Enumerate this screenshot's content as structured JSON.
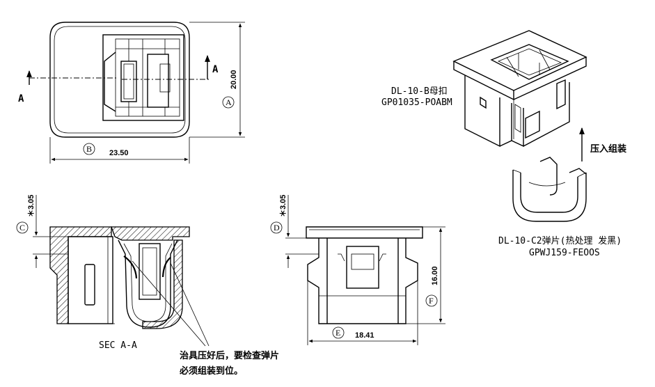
{
  "top_view": {
    "dim_width": "23.50",
    "dim_height": "20.00",
    "label_width": "B",
    "label_height": "A",
    "section_marker": "A"
  },
  "section_view": {
    "title": "SEC A-A",
    "dim_depth": "＊3.05",
    "label": "C"
  },
  "side_view": {
    "dim_depth": "＊3.05",
    "dim_width": "18.41",
    "dim_height": "16.00",
    "label_depth": "D",
    "label_width": "E",
    "label_height": "F"
  },
  "part_housing": {
    "name": "DL-10-B母扣",
    "code": "GP01035-POABM"
  },
  "part_spring": {
    "name": "DL-10-C2弹片(热处理 发黑)",
    "code": "GPWJ159-FEOOS"
  },
  "assembly_arrow_label": "压入组装",
  "note": {
    "line1": "治具压好后，要检查弹片",
    "line2": "必须组装到位。"
  }
}
